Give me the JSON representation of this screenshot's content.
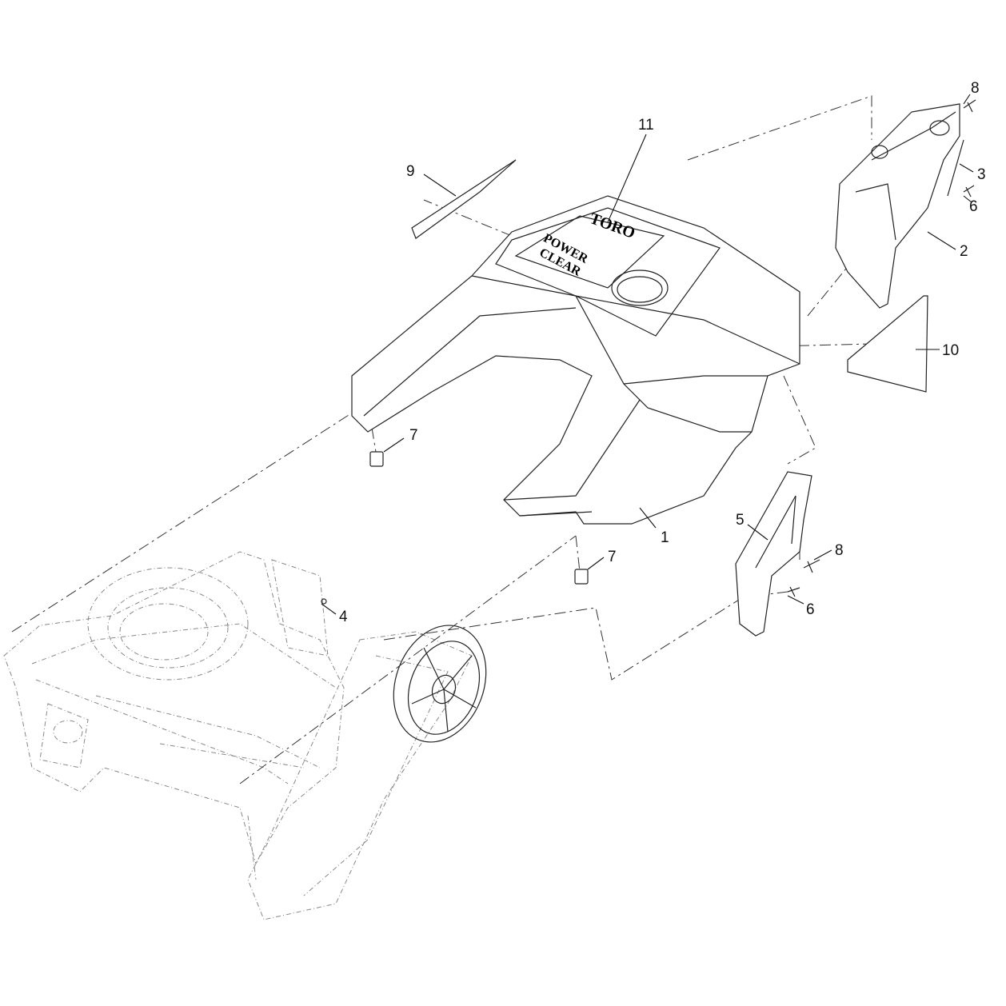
{
  "callouts": [
    {
      "id": "1",
      "label": "1"
    },
    {
      "id": "2",
      "label": "2"
    },
    {
      "id": "3",
      "label": "3"
    },
    {
      "id": "4",
      "label": "4"
    },
    {
      "id": "5",
      "label": "5"
    },
    {
      "id": "6a",
      "label": "6"
    },
    {
      "id": "6b",
      "label": "6"
    },
    {
      "id": "7a",
      "label": "7"
    },
    {
      "id": "7b",
      "label": "7"
    },
    {
      "id": "8a",
      "label": "8"
    },
    {
      "id": "8b",
      "label": "8"
    },
    {
      "id": "9",
      "label": "9"
    },
    {
      "id": "10",
      "label": "10"
    },
    {
      "id": "11",
      "label": "11"
    }
  ],
  "logo": {
    "brand": "TORO",
    "model_line1": "POWER",
    "model_line2": "CLEAR"
  }
}
